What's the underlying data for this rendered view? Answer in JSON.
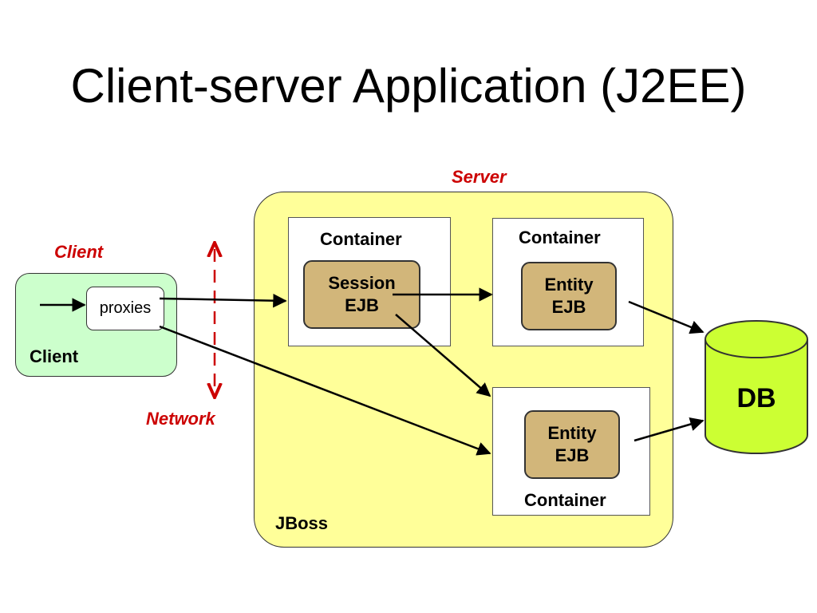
{
  "title": "Client-server Application (J2EE)",
  "labels": {
    "server": "Server",
    "client_top": "Client",
    "network": "Network",
    "client_box": "Client",
    "proxies": "proxies",
    "jboss": "JBoss",
    "db": "DB"
  },
  "containers": [
    {
      "label": "Container",
      "ejb_line1": "Session",
      "ejb_line2": "EJB"
    },
    {
      "label": "Container",
      "ejb_line1": "Entity",
      "ejb_line2": "EJB"
    },
    {
      "label": "Container",
      "ejb_line1": "Entity",
      "ejb_line2": "EJB"
    }
  ],
  "colors": {
    "server_fill": "#ffff99",
    "client_fill": "#ccffcc",
    "ejb_fill": "#d2b67a",
    "db_fill": "#ccff33",
    "accent_red": "#cc0000"
  }
}
